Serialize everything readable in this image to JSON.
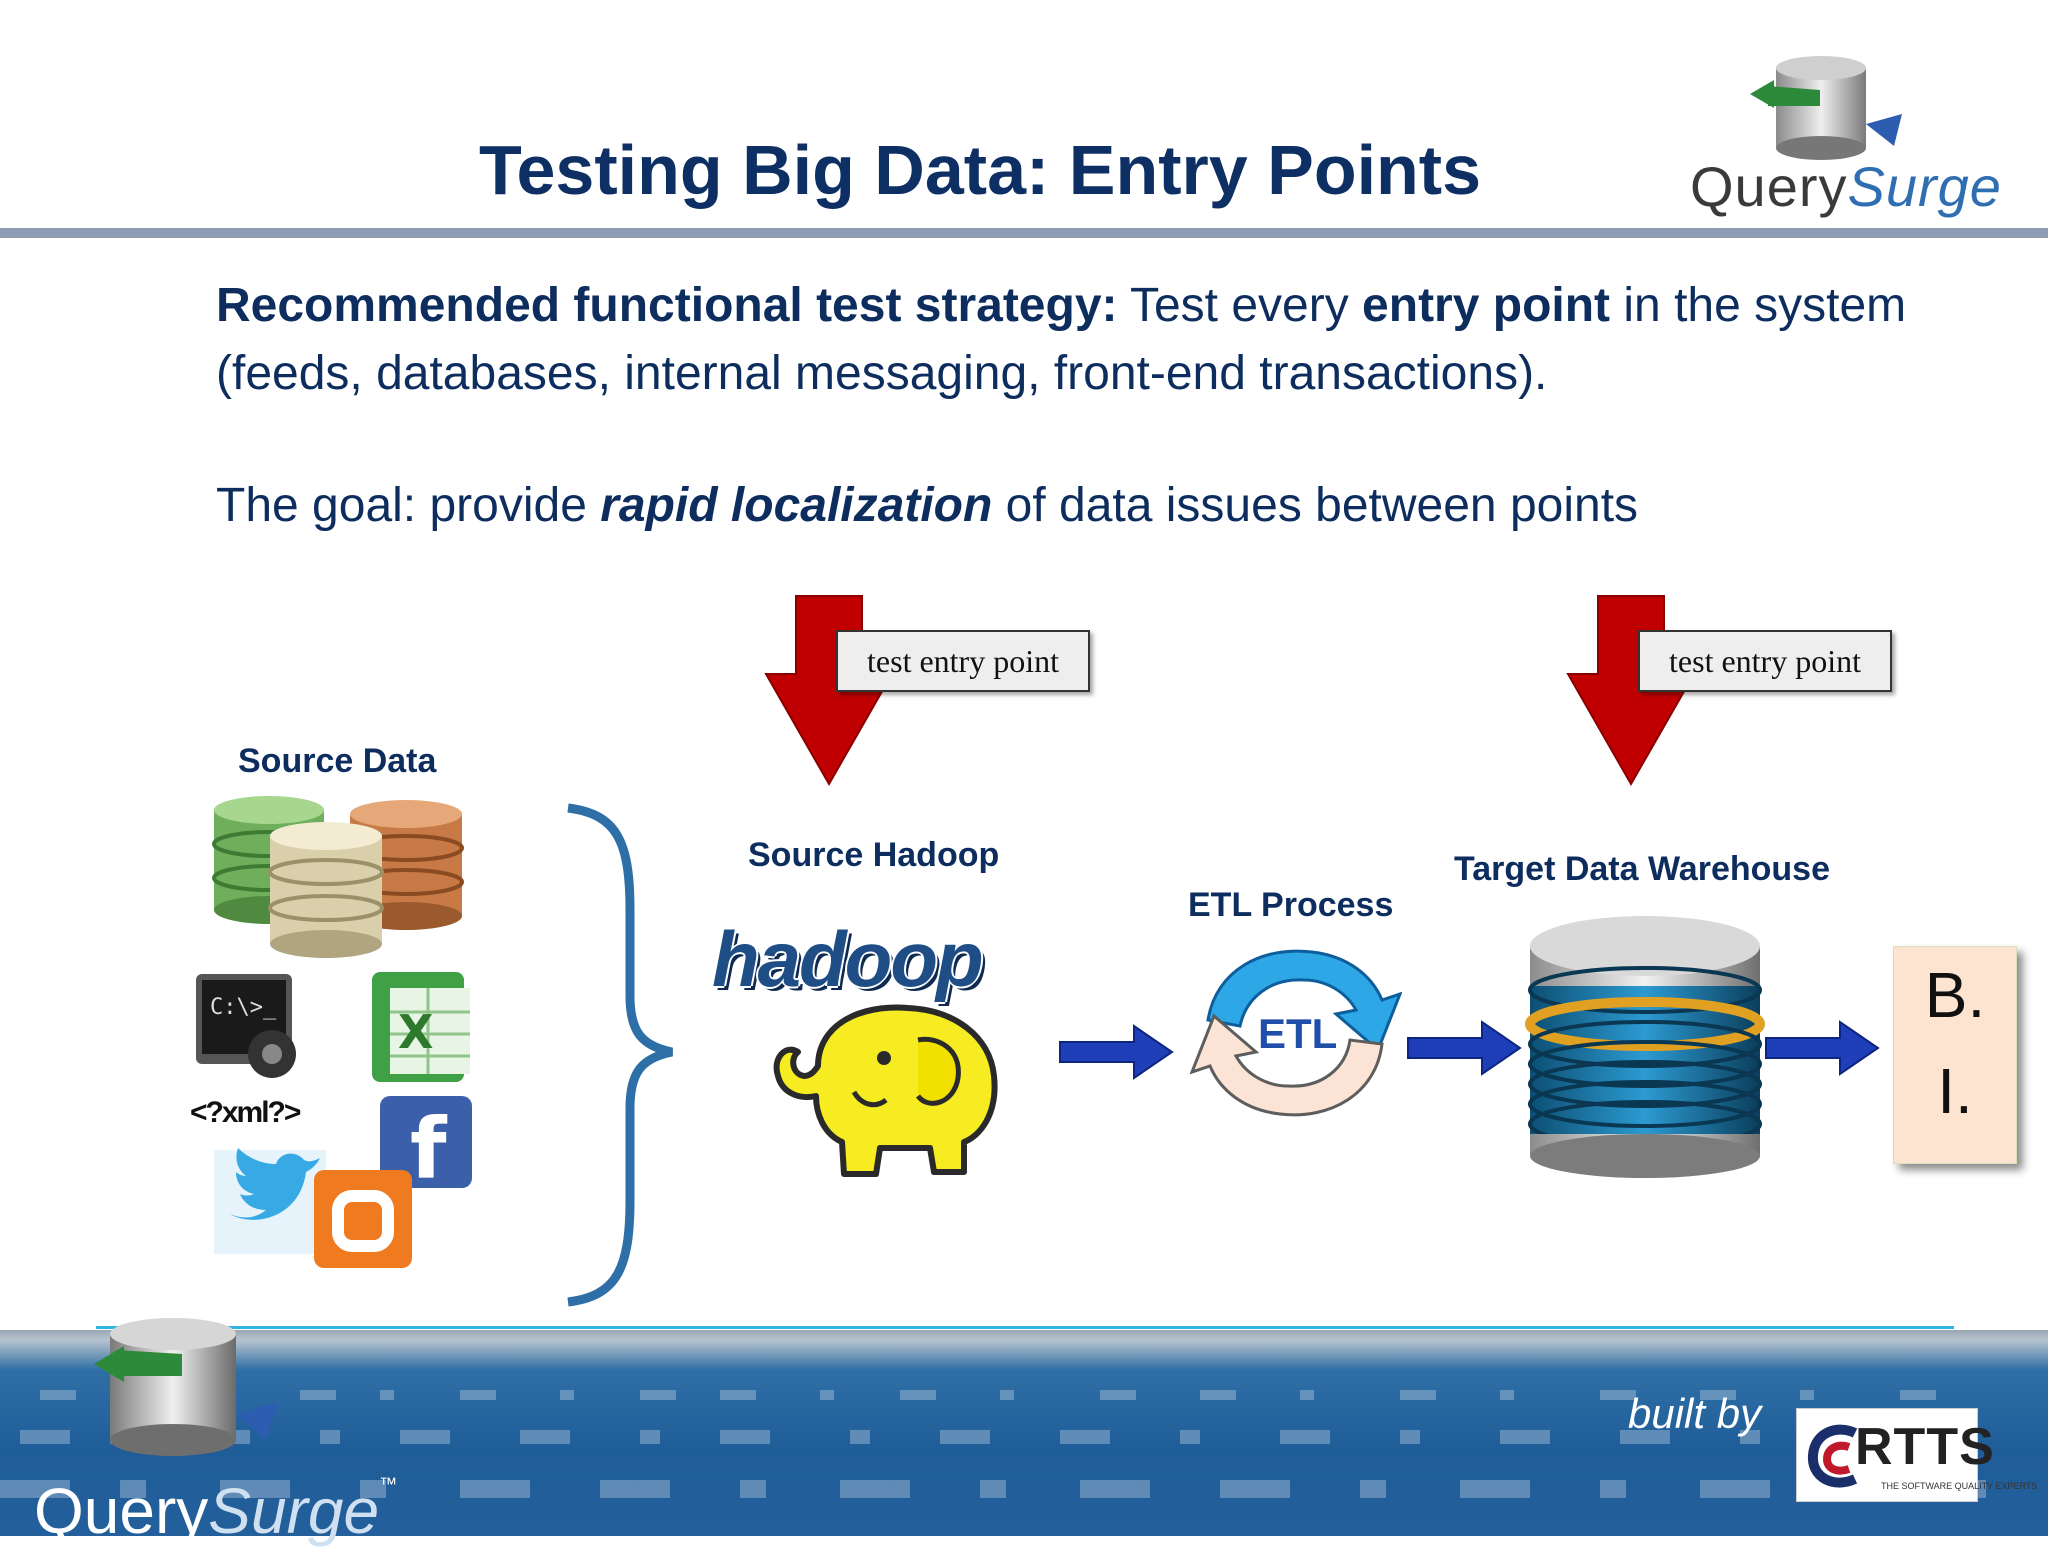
{
  "slide": {
    "title": "Testing Big Data: Entry Points",
    "brand": {
      "name_part1": "Query",
      "name_part2": "Surge",
      "trademark": "™"
    },
    "strategy": {
      "lead": "Recommended functional test strategy:",
      "t1": " Test every ",
      "bold": "entry point",
      "t2": " in the system (feeds, databases, internal messaging, front-end transactions)."
    },
    "goal": {
      "t1": "The goal: provide ",
      "emphasis": "rapid localization",
      "t2": " of data issues between points"
    }
  },
  "diagram": {
    "entry_label_1": "test entry point",
    "entry_label_2": "test entry point",
    "source_data": "Source Data",
    "source_hadoop": "Source Hadoop",
    "hadoop_wordmark": "hadoop",
    "etl_process": "ETL Process",
    "etl_center": "ETL",
    "target_dw": "Target Data Warehouse",
    "bi_line1": "B.",
    "bi_line2": "I.",
    "xml_tag": "<?xml?>",
    "cmd_prompt": "C:\\>_"
  },
  "footer": {
    "built_by": "built by",
    "rtts": "RTTS",
    "rtts_tagline": "THE SOFTWARE QUALITY EXPERTS"
  },
  "colors": {
    "title_blue": "#0e2f63",
    "arrow_red": "#c00000",
    "flow_blue": "#1f3fb8"
  }
}
